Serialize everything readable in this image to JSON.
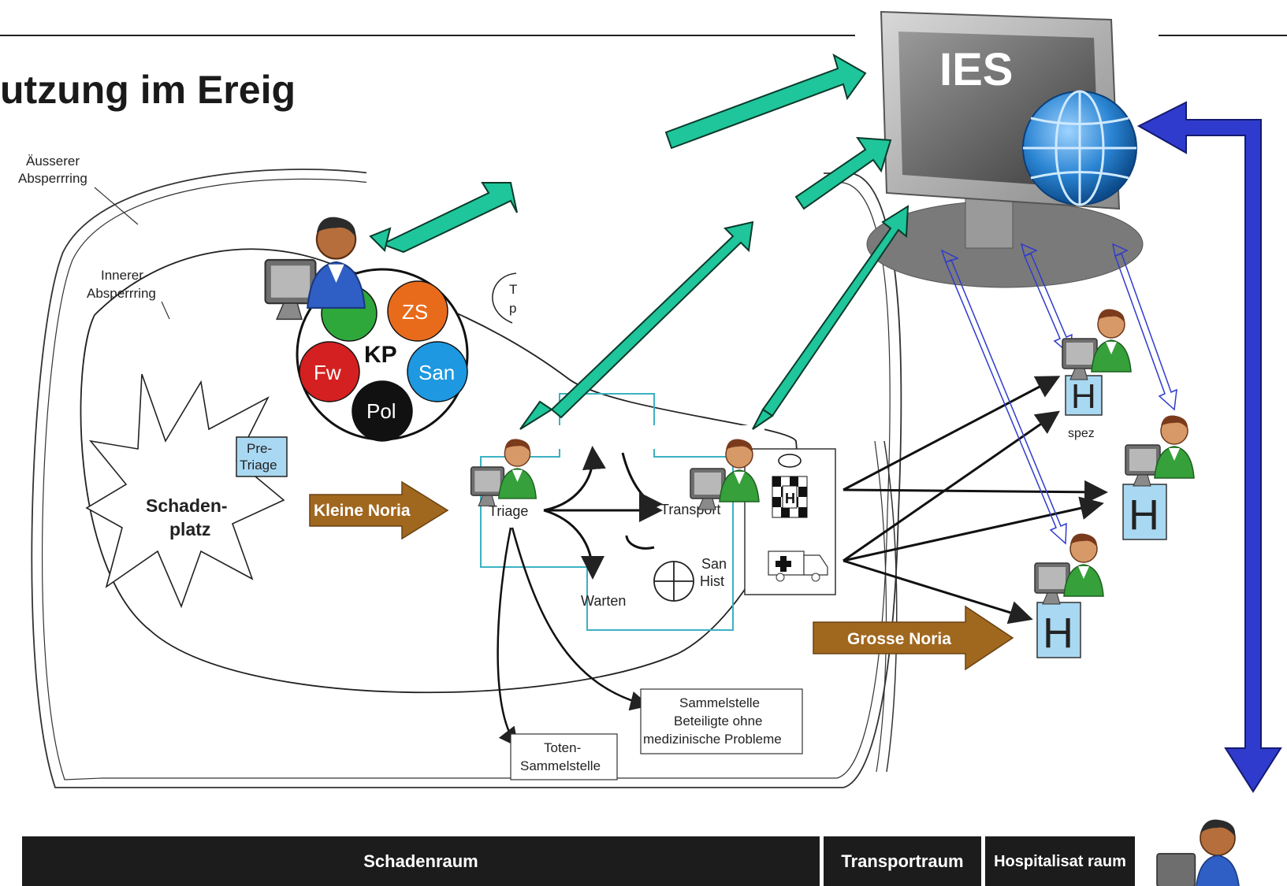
{
  "title": "utzung im Ereig",
  "ies_label": "IES",
  "zones": {
    "outer": "Äusserer Absperrring",
    "inner": "Innerer Absperrring"
  },
  "kp": {
    "center": "KP",
    "zs": "ZS",
    "fw": "Fw",
    "san": "San",
    "pol": "Pol",
    "side_label_1": "T",
    "side_label_2": "p"
  },
  "schadenplatz": "Schaden-platz",
  "pre_triage": "Pre-Triage",
  "kleine_noria": "Kleine Noria",
  "grosse_noria": "Grosse Noria",
  "triage": "Triage",
  "transport": "Transport",
  "warten": "Warten",
  "san_hist": "San Hist",
  "hospital_h": "H",
  "spez": "spez",
  "toten": "Toten-Sammelstelle",
  "sammelstelle": "Sammelstelle Beteiligte ohne medizinische Probleme",
  "bottom_bar": {
    "schadenraum": "Schadenraum",
    "transportraum": "Transportraum",
    "hospitalisation": "Hospitalisat raum"
  },
  "colors": {
    "teal_arrow": "#1fc59b",
    "blue_arrow": "#2f3bcc",
    "noria_brown": "#a0671f",
    "ies_globe": "#1f78c8",
    "hospital_box": "#a9d8f2",
    "kp_zs": "#e86b1c",
    "kp_fw": "#d42020",
    "kp_san": "#1e98e0",
    "kp_pol": "#111111",
    "kp_green": "#2ea83a"
  },
  "icons": [
    "workstation-user-icon",
    "globe-icon",
    "computer-monitor-icon",
    "ambulance-icon",
    "helicopter-icon"
  ]
}
